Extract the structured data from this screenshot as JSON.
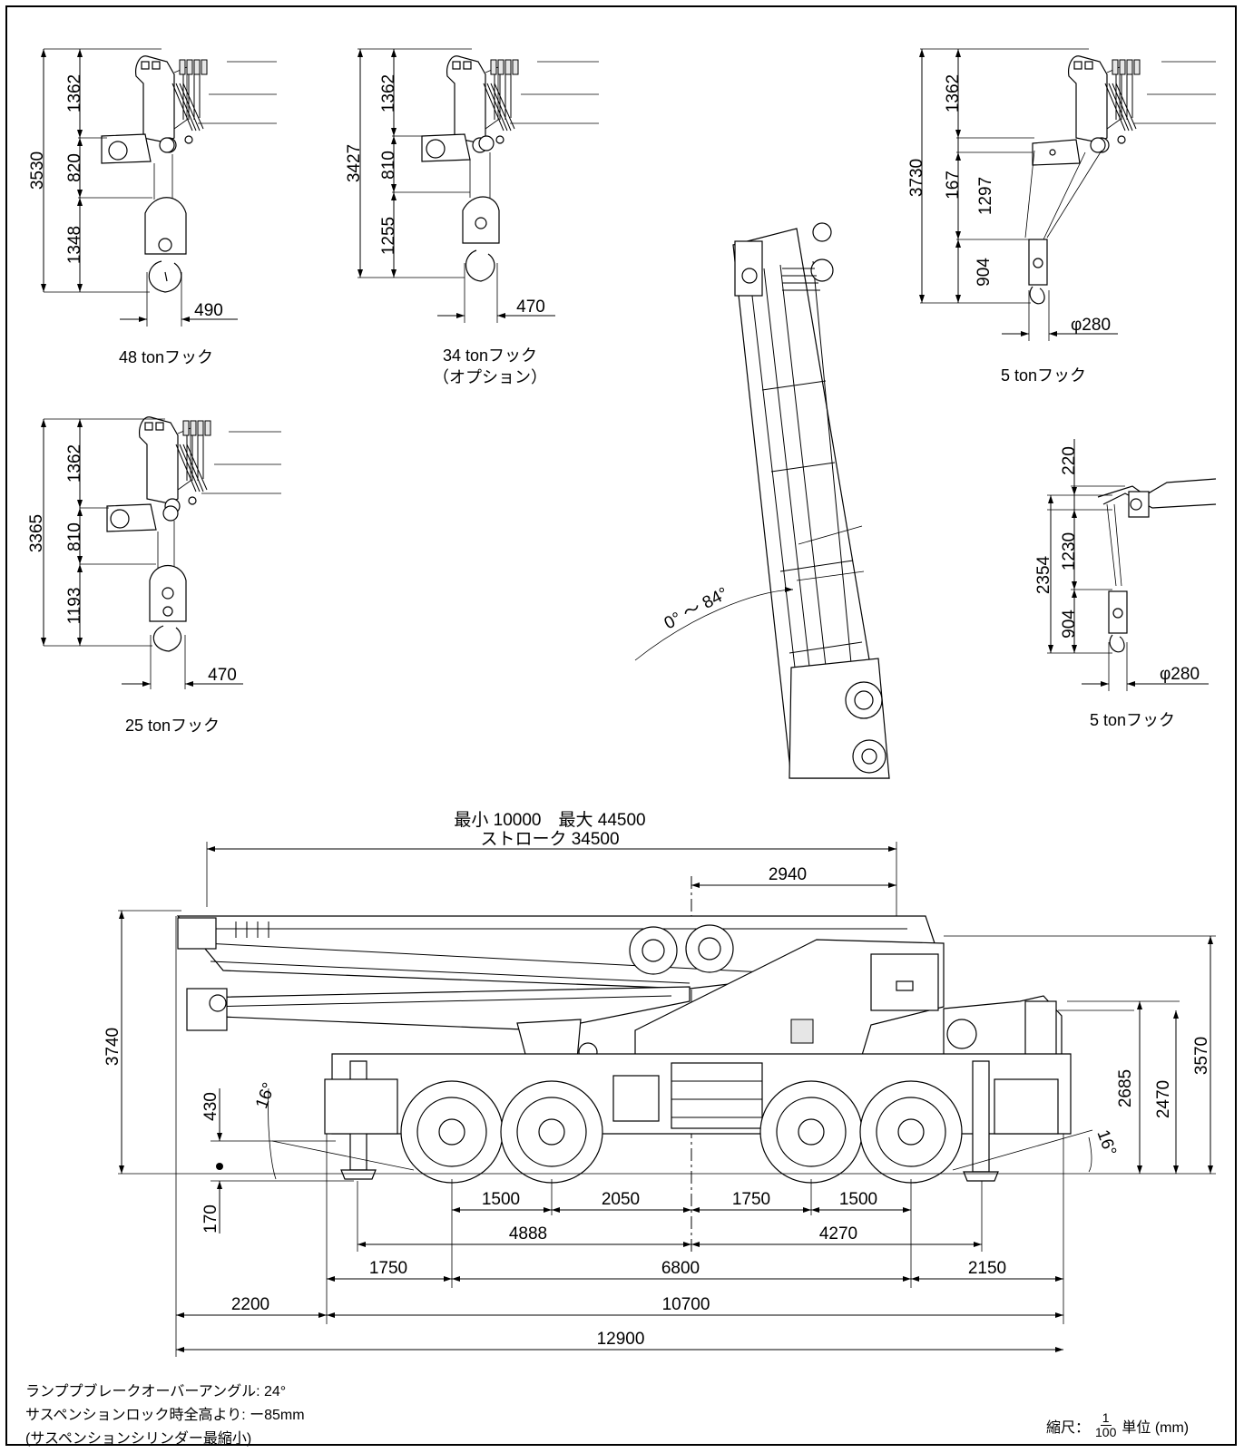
{
  "hooks": [
    {
      "caption": "48 tonフック",
      "dims": [
        "3530",
        "1362",
        "820",
        "1348",
        "490"
      ]
    },
    {
      "caption_line1": "34 tonフック",
      "caption_line2": "（オプション）",
      "dims": [
        "3427",
        "1362",
        "810",
        "1255",
        "470"
      ]
    },
    {
      "caption": "25 tonフック",
      "dims": [
        "3365",
        "1362",
        "810",
        "1193",
        "470"
      ]
    },
    {
      "caption": "5 tonフック",
      "dims": [
        "3730",
        "1362",
        "167",
        "1297",
        "904",
        "φ280"
      ]
    },
    {
      "caption": "5 tonフック",
      "dims": [
        "220",
        "2354",
        "1230",
        "904",
        "φ280"
      ]
    }
  ],
  "boom_angle": "0° ～ 84°",
  "main_view": {
    "stroke_line1": "最小 10000　最大 44500",
    "stroke_line2": "ストローク 34500",
    "dim_2940": "2940",
    "heights": {
      "total": "3740",
      "h3570": "3570",
      "h2685": "2685",
      "h2470": "2470",
      "h430": "430",
      "h170": "170"
    },
    "angle_front": "16°",
    "angle_rear": "16°",
    "row1": [
      "1500",
      "2050",
      "1750",
      "1500"
    ],
    "row2": [
      "4888",
      "4270"
    ],
    "row3": [
      "1750",
      "6800",
      "2150"
    ],
    "row4": [
      "2200",
      "10700"
    ],
    "row5": [
      "12900"
    ]
  },
  "notes": [
    "ランププブレークオーバーアングル: 24°",
    "サスペンションロック時全高より: ー85mm",
    "(サスペンションシリンダー最縮小)"
  ],
  "scale": {
    "label": "縮尺：",
    "num": "1",
    "den": "100",
    "unit": "単位 (mm)"
  }
}
